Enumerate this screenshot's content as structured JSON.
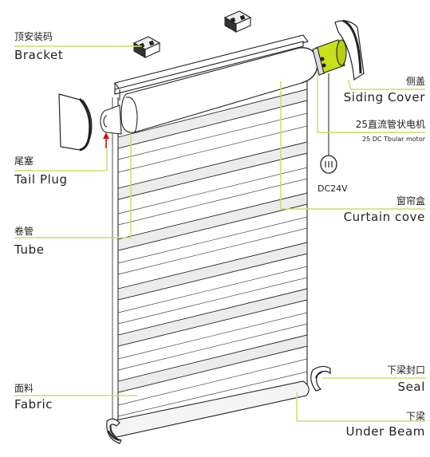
{
  "colors": {
    "leader": "#c9e06b",
    "motor": "#c8df1e",
    "outline": "#222222",
    "fabric_shade": "#e6e6e6"
  },
  "labels": {
    "bracket": {
      "cn": "顶安装码",
      "en": "Bracket"
    },
    "siding_cover": {
      "cn": "侧盖",
      "en": "Siding Cover"
    },
    "motor": {
      "cn": "25直流管状电机",
      "en": "25 DC Tbular motor"
    },
    "tail_plug": {
      "cn": "尾塞",
      "en": "Tail Plug"
    },
    "curtain_cove": {
      "cn": "窗帘盒",
      "en": "Curtain cove"
    },
    "tube": {
      "cn": "卷管",
      "en": "Tube"
    },
    "seal": {
      "cn": "下梁封口",
      "en": "Seal"
    },
    "fabric": {
      "cn": "面料",
      "en": "Fabric"
    },
    "under_beam": {
      "cn": "下梁",
      "en": "Under Beam"
    }
  },
  "power": {
    "label": "DC24V"
  }
}
